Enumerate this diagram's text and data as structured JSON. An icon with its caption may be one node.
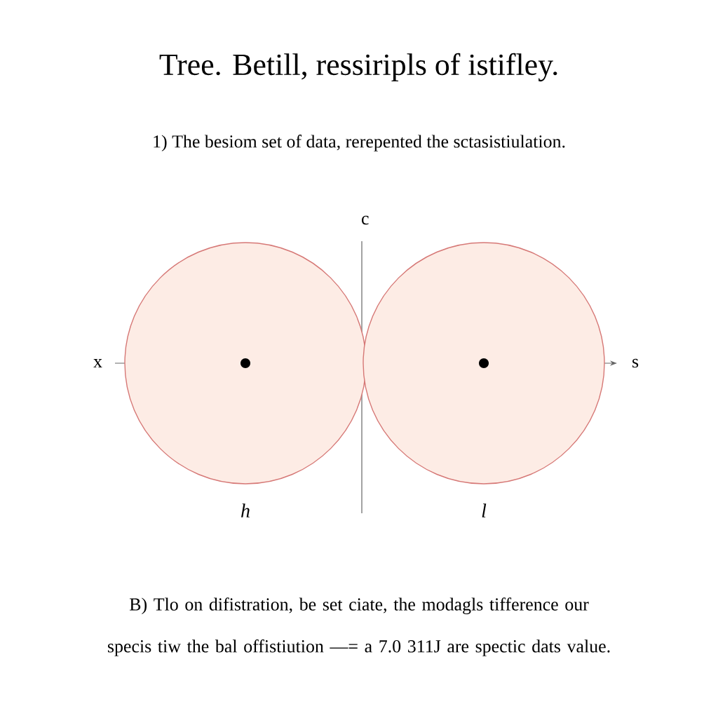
{
  "diagram": {
    "title": "Tree. Betill, ressiripls of istifley.",
    "nodes": [
      {
        "text": [],
        "shape": "circle",
        "beside": [
          "h"
        ]
      },
      {
        "text": [],
        "shape": "circle",
        "beside": [
          "l"
        ]
      }
    ],
    "labels": [
      "1) The besiom set of data, rerepented the sctasistiulation.",
      "c",
      "x",
      "s",
      "B) Tlo on difistration, be set ciate, the modagls tifference our specis tiw the bal offistiution —= a 7.0 311J are spectic dats value."
    ]
  }
}
